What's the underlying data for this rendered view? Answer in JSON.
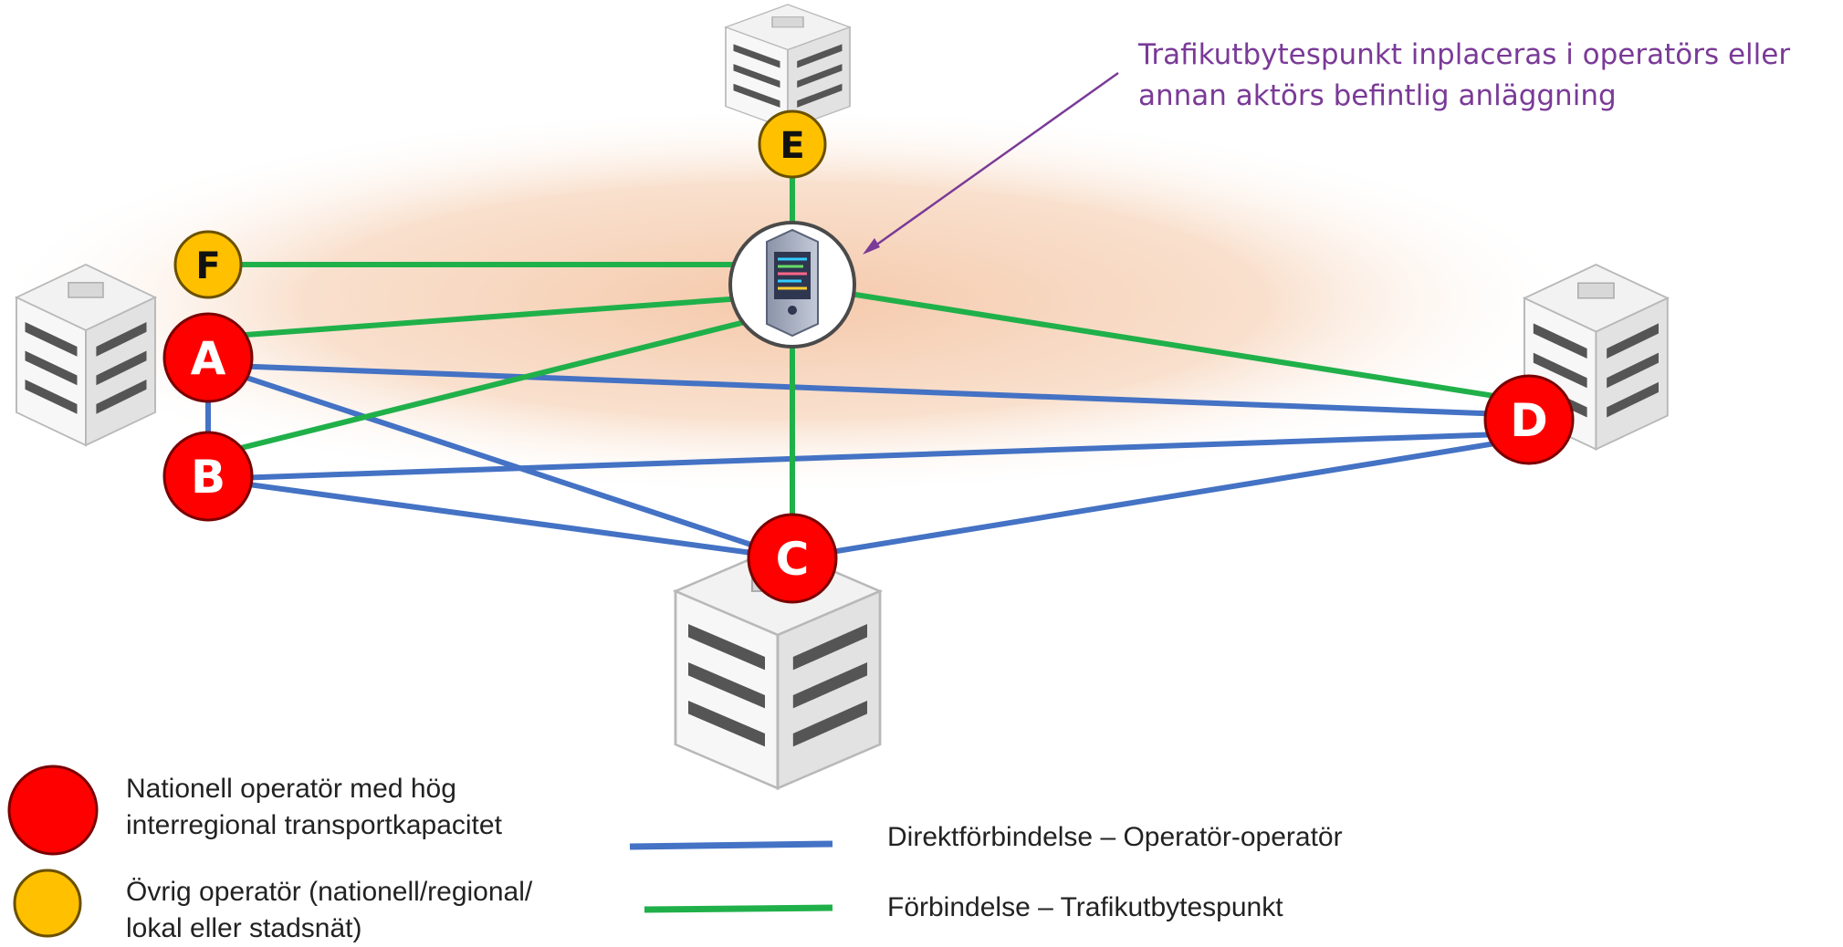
{
  "callout": {
    "line1": "Trafikutbytespunkt inplaceras i operatörs eller",
    "line2": "annan aktörs befintlig anläggning"
  },
  "nodes": {
    "A": "A",
    "B": "B",
    "C": "C",
    "D": "D",
    "E": "E",
    "F": "F"
  },
  "legend": {
    "national_line1": "Nationell operatör med hög",
    "national_line2": "interregional transportkapacitet",
    "other_line1": "Övrig operatör (nationell/regional/",
    "other_line2": "lokal eller stadsnät)",
    "direct_label": "Direktförbindelse – Operatör-operatör",
    "exchange_label": "Förbindelse – Trafikutbytespunkt"
  },
  "colors": {
    "national_operator": "#ff0000",
    "other_operator": "#ffc000",
    "direct_link": "#4472c4",
    "exchange_link": "#20b04a",
    "callout_text": "#7a3a97",
    "glow": "#f4c6a6"
  },
  "icons": {
    "exchange_point": "server-rack-icon",
    "site": "office-building-icon"
  }
}
